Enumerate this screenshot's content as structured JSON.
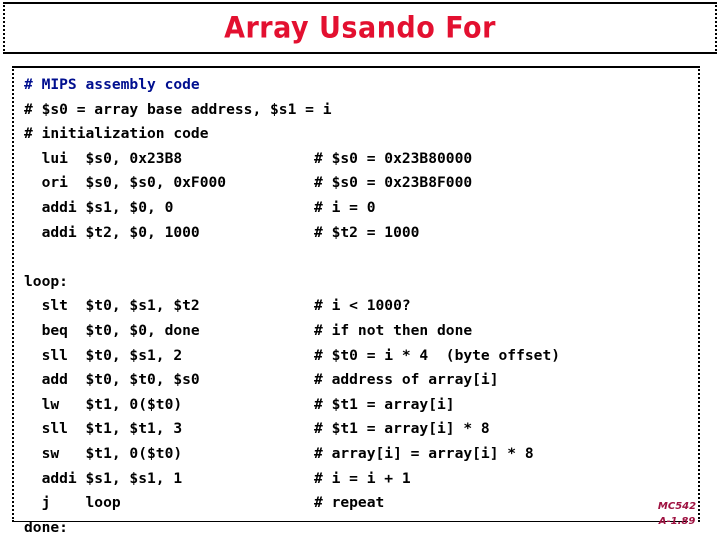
{
  "slide": {
    "title": "Array Usando For",
    "title_color": "#e31030",
    "comment_color": "#000f8f",
    "code_color": "#000000",
    "footer_color": "#9e1140"
  },
  "code": {
    "lines": [
      {
        "left": "# MIPS assembly code",
        "right": "",
        "color": "blue"
      },
      {
        "left": "# $s0 = array base address, $s1 = i",
        "right": "",
        "color": "black"
      },
      {
        "left": "# initialization code",
        "right": "",
        "color": "black"
      },
      {
        "left": "  lui  $s0, 0x23B8",
        "right": "# $s0 = 0x23B80000",
        "color": "black"
      },
      {
        "left": "  ori  $s0, $s0, 0xF000",
        "right": "# $s0 = 0x23B8F000",
        "color": "black"
      },
      {
        "left": "  addi $s1, $0, 0",
        "right": "# i = 0",
        "color": "black"
      },
      {
        "left": "  addi $t2, $0, 1000",
        "right": "# $t2 = 1000",
        "color": "black"
      },
      {
        "left": "",
        "right": "",
        "color": "black"
      },
      {
        "left": "loop:",
        "right": "",
        "color": "black"
      },
      {
        "left": "  slt  $t0, $s1, $t2",
        "right": "# i < 1000?",
        "color": "black"
      },
      {
        "left": "  beq  $t0, $0, done",
        "right": "# if not then done",
        "color": "black"
      },
      {
        "left": "  sll  $t0, $s1, 2",
        "right": "# $t0 = i * 4  (byte offset)",
        "color": "black"
      },
      {
        "left": "  add  $t0, $t0, $s0",
        "right": "# address of array[i]",
        "color": "black"
      },
      {
        "left": "  lw   $t1, 0($t0)",
        "right": "# $t1 = array[i]",
        "color": "black"
      },
      {
        "left": "  sll  $t1, $t1, 3",
        "right": "# $t1 = array[i] * 8",
        "color": "black"
      },
      {
        "left": "  sw   $t1, 0($t0)",
        "right": "# array[i] = array[i] * 8",
        "color": "black"
      },
      {
        "left": "  addi $s1, $s1, 1",
        "right": "# i = i + 1",
        "color": "black"
      },
      {
        "left": "  j    loop",
        "right": "# repeat",
        "color": "black"
      },
      {
        "left": "done:",
        "right": "",
        "color": "black"
      }
    ]
  },
  "footer": {
    "course": "MC542",
    "reference": "A-1.89"
  }
}
